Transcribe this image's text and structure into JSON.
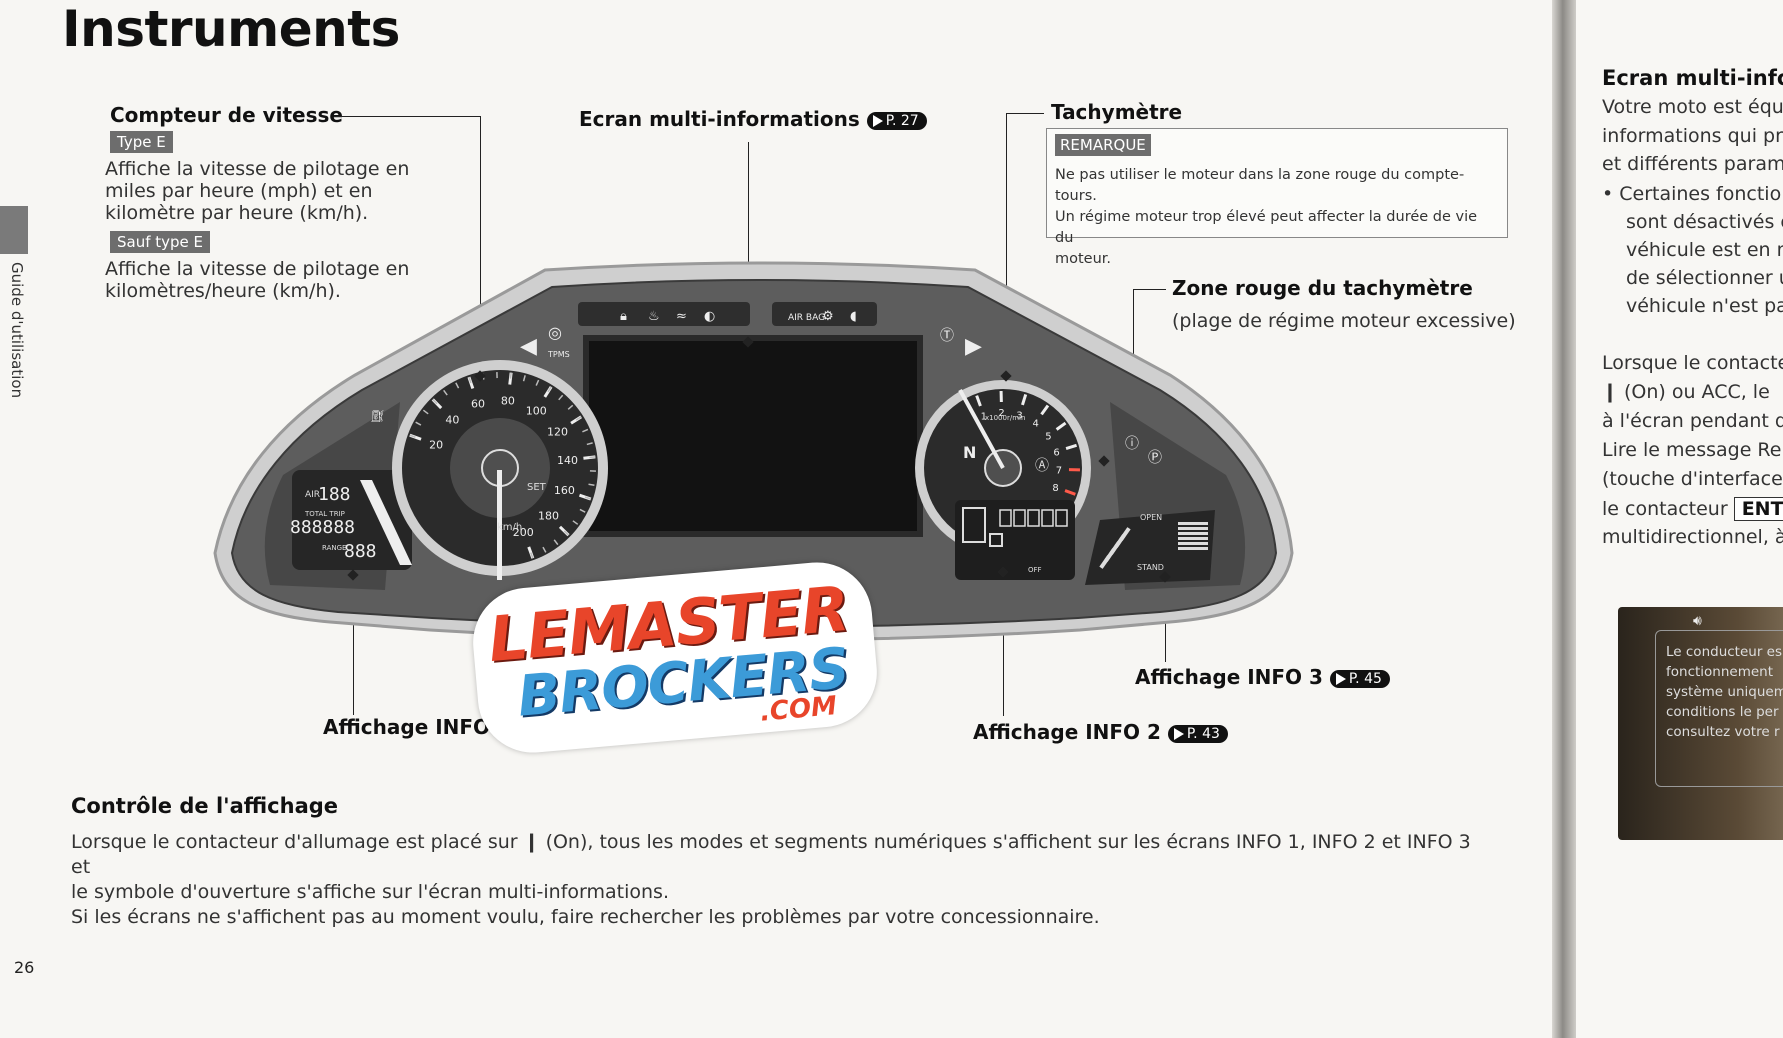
{
  "header": {
    "title": "Instruments"
  },
  "sidebar": {
    "label": "Guide d'utilisation"
  },
  "page_number": "26",
  "labels": {
    "speedometer": {
      "title": "Compteur de vitesse",
      "type_e_tag": "Type E",
      "type_e_text_1": "Affiche la vitesse de pilotage en",
      "type_e_text_2": "miles par heure (mph) et en",
      "type_e_text_3": "kilomètre par heure (km/h).",
      "except_tag": "Sauf type E",
      "except_text_1": "Affiche la vitesse de pilotage en",
      "except_text_2": "kilomètres/heure (km/h)."
    },
    "multi_info": {
      "title": "Ecran multi-informations",
      "ref": "P. 27"
    },
    "tachometer": {
      "title": "Tachymètre",
      "note_tag": "REMARQUE",
      "note_1": "Ne pas utiliser le moteur dans la zone rouge du compte-tours.",
      "note_2": "Un régime moteur trop élevé peut affecter la durée de vie du",
      "note_3": "moteur."
    },
    "red_zone": {
      "title": "Zone rouge du tachymètre",
      "subtitle": "(plage de régime moteur excessive)"
    },
    "info1": {
      "title": "Affichage INFO 1"
    },
    "info2": {
      "title": "Affichage INFO 2",
      "ref": "P. 43"
    },
    "info3": {
      "title": "Affichage INFO 3",
      "ref": "P. 45"
    }
  },
  "gauge": {
    "speed_ticks": [
      "20",
      "40",
      "60",
      "80",
      "100",
      "120",
      "140",
      "160",
      "180",
      "200"
    ],
    "speed_unit": "km/h",
    "set_label": "SET",
    "tach_ticks": [
      "1",
      "2",
      "3",
      "4",
      "5",
      "6",
      "7",
      "8"
    ],
    "tach_unit": "x1000r/min",
    "neutral": "N",
    "tpms": "TPMS",
    "airbag": "AIR BAG",
    "open": "OPEN",
    "stand": "STAND",
    "off": "OFF",
    "lcd1_a": "188",
    "lcd1_b": "888888",
    "lcd1_c": "888",
    "lcd1_air": "AIR",
    "lcd1_total": "TOTAL TRIP",
    "lcd1_range": "RANGE"
  },
  "watermark": {
    "line1": "LEMASTER",
    "line2": "BROCKERS",
    "line3": ".COM"
  },
  "bottom": {
    "heading": "Contrôle de l'affichage",
    "p1": "Lorsque le contacteur d'allumage est placé sur ❙ (On), tous les modes et segments numériques s'affichent sur les écrans INFO 1, INFO 2 et INFO 3 et",
    "p2": "le symbole d'ouverture s'affiche sur l'écran multi-informations.",
    "p3": "Si les écrans ne s'affichent pas au moment voulu, faire rechercher les problèmes par votre concessionnaire."
  },
  "right_page": {
    "heading": "Ecran multi-info",
    "lines": [
      "Votre moto est équi",
      "informations qui pré",
      "et différents paramè"
    ],
    "bullet_lines": [
      "• Certaines fonctio",
      "sont désactivés c",
      "véhicule est en m",
      "de sélectionner u",
      "véhicule n'est pa"
    ],
    "para_lines": [
      "Lorsque le contacte",
      "❙ (On) ou ACC, le",
      "à l'écran pendant q",
      "Lire le message Rem",
      "(touche d'interface)",
      "le contacteur",
      "multidirectionnel, à"
    ],
    "ent_label": "ENT",
    "box_lines": [
      "Le conducteur es",
      "fonctionnement",
      "système uniquem",
      "conditions le per",
      "consultez votre r"
    ]
  }
}
